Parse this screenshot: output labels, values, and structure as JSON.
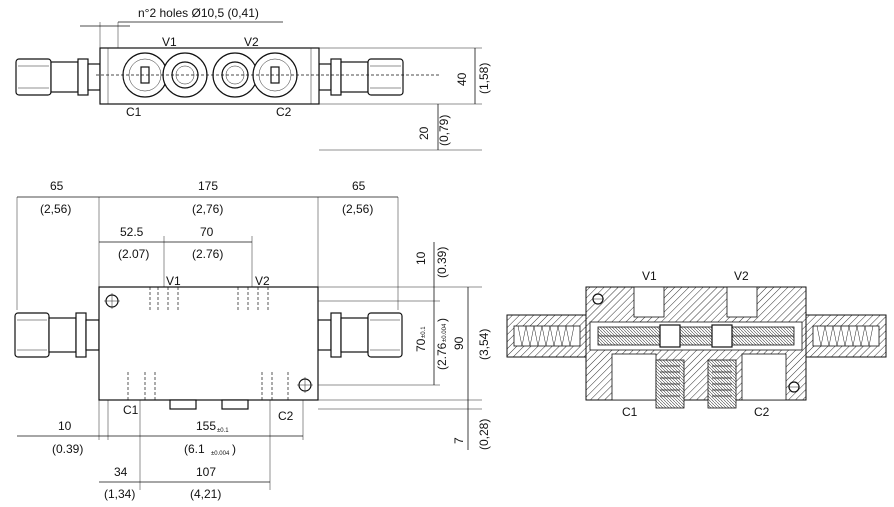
{
  "top_view": {
    "holes_note": "n°2 holes Ø10,5 (0,41)",
    "port_v1": "V1",
    "port_v2": "V2",
    "port_c1": "C1",
    "port_c2": "C2",
    "dim_40": "40",
    "dim_40_in": "(1,58)",
    "dim_20": "20",
    "dim_20_in": "(0,79)"
  },
  "front_view": {
    "dim_65_left": "65",
    "dim_65_left_in": "(2,56)",
    "dim_175": "175",
    "dim_175_in": "(2,76)",
    "dim_65_right": "65",
    "dim_65_right_in": "(2,56)",
    "dim_52_5": "52.5",
    "dim_52_5_in": "(2.07)",
    "dim_70": "70",
    "dim_70_in": "(2.76)",
    "dim_10_top": "10",
    "dim_10_top_in": "(0.39)",
    "dim_70_vert": "70",
    "dim_70_vert_tol": "±0.1",
    "dim_70_vert_in": "(2.76",
    "dim_70_vert_in_tol": "±0.004",
    "dim_70_vert_in_close": ")",
    "dim_90": "90",
    "dim_90_in": "(3,54)",
    "dim_7": "7",
    "dim_7_in": "(0,28)",
    "dim_10_left": "10",
    "dim_10_left_in": "(0.39)",
    "dim_155": "155",
    "dim_155_tol": "±0.1",
    "dim_155_in": "(6.1",
    "dim_155_in_tol": "±0.004",
    "dim_155_in_close": ")",
    "dim_34": "34",
    "dim_34_in": "(1,34)",
    "dim_107": "107",
    "dim_107_in": "(4,21)",
    "port_v1": "V1",
    "port_v2": "V2",
    "port_c1": "C1",
    "port_c2": "C2"
  },
  "section_view": {
    "port_v1": "V1",
    "port_v2": "V2",
    "port_c1": "C1",
    "port_c2": "C2"
  }
}
